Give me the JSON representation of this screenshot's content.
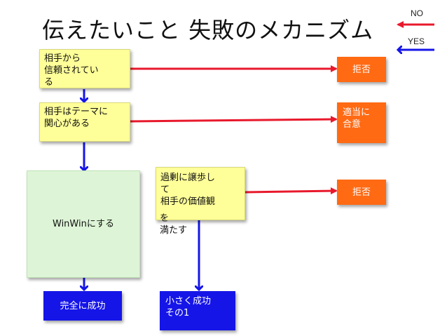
{
  "title": "伝えたいこと 失敗のメカニズム",
  "legend": {
    "no_label": "NO",
    "yes_label": "YES",
    "no_color": "#e8192c",
    "yes_color": "#1515e8"
  },
  "nodes": {
    "trust": "相手から\n信頼されてい\nる",
    "interest": "相手はテーマに\n関心がある",
    "winwin": "WinWinにする",
    "concede_main": "過剰に譲歩し\nて\n相手の価値観",
    "concede_overflow": "を\n満たす",
    "reject1": "拒否",
    "agree": "適当に\n合意",
    "reject2": "拒否",
    "success_full": "完全に成功",
    "success_small": "小さく成功\nその1"
  }
}
